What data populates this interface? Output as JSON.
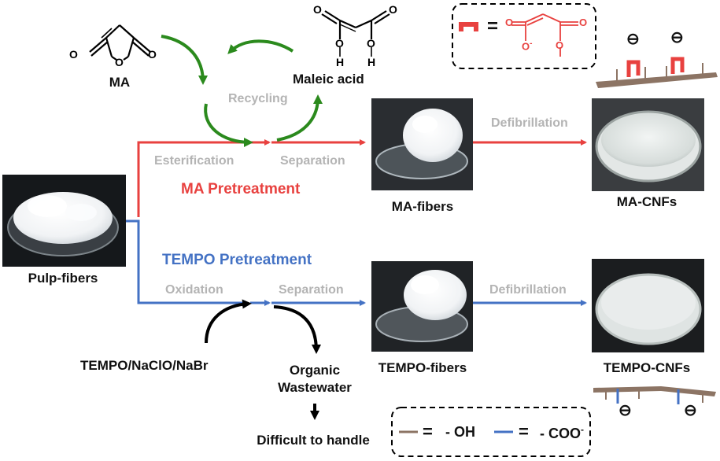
{
  "molecules": {
    "ma": {
      "label": "MA",
      "o_atom": "O"
    },
    "maleic_acid": {
      "label": "Maleic acid",
      "o_atom": "O",
      "h_atom": "H"
    }
  },
  "process": {
    "recycling": "Recycling",
    "esterification": "Esterification",
    "separation_ma": "Separation",
    "ma_pretreatment": "MA Pretreatment",
    "defibrillation_ma": "Defibrillation",
    "tempo_pretreatment": "TEMPO Pretreatment",
    "oxidation": "Oxidation",
    "separation_tempo": "Separation",
    "defibrillation_tempo": "Defibrillation",
    "reagents": "TEMPO/NaClO/NaBr",
    "wastewater_line1": "Organic",
    "wastewater_line2": "Wastewater",
    "difficult": "Difficult to handle"
  },
  "samples": {
    "pulp_fibers": "Pulp-fibers",
    "ma_fibers": "MA-fibers",
    "ma_cnfs": "MA-CNFs",
    "tempo_fibers": "TEMPO-fibers",
    "tempo_cnfs": "TEMPO-CNFs"
  },
  "legend": {
    "equals": "=",
    "oh": "- OH",
    "coo": "- COO",
    "coo_superscript": "-",
    "ester_o": "O",
    "charge": "⊖"
  },
  "colors": {
    "ma_route": "#e8413f",
    "tempo_route": "#4472c4",
    "recycle": "#2b8a1d",
    "fiber_surface": "#8c7464",
    "text_grey": "#b4b4b4"
  }
}
